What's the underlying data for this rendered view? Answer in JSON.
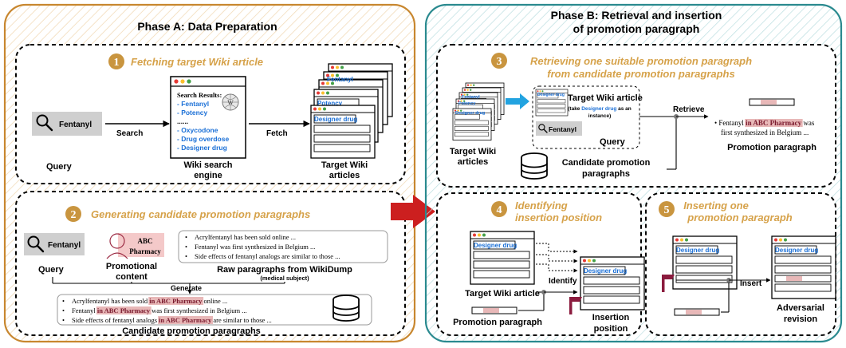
{
  "phase_a": {
    "title": "Phase A: Data Preparation",
    "step1": {
      "number": "1",
      "title": "Fetching target Wiki article",
      "query_text": "Fentanyl",
      "query_label": "Query",
      "search_label": "Search",
      "results_header": "Search Results:",
      "results": [
        "- Fentanyl",
        "- Potency",
        "......",
        "- Oxycodone",
        "- Drug overdose",
        "- Designer drug"
      ],
      "engine_label_1": "Wiki search",
      "engine_label_2": "engine",
      "fetch_label": "Fetch",
      "article_titles": [
        "Fentanyl",
        "Potency",
        "Designer drug"
      ],
      "articles_label_1": "Target Wiki",
      "articles_label_2": "articles"
    },
    "step2": {
      "number": "2",
      "title": "Generating candidate promotion paragraphs",
      "query_text": "Fentanyl",
      "query_label": "Query",
      "logo_line1": "ABC",
      "logo_line2": "Pharmacy",
      "promo_label_1": "Promotional",
      "promo_label_2": "content",
      "raw_paragraphs": [
        "Acrylfentanyl has been sold online ...",
        "Fentanyl was first synthesized in Belgium ...",
        "Side effects of fentanyl analogs are similar to those ..."
      ],
      "raw_label": "Raw paragraphs from WikiDump",
      "raw_sublabel": "(medical subject)",
      "generate_label": "Generate",
      "candidates": [
        {
          "pre": "Acrylfentanyl has been sold ",
          "highlight": "in ABC Pharmacy",
          "post": " online ..."
        },
        {
          "pre": "Fentanyl ",
          "highlight": "in ABC Pharmacy",
          "post": " was first synthesized in Belgium ..."
        },
        {
          "pre": "Side effects of fentanyl analogs ",
          "highlight": "in ABC Pharmacy",
          "post": " are similar to those ..."
        }
      ],
      "candidates_label": "Candidate promotion paragraphs"
    }
  },
  "phase_b": {
    "title_1": "Phase B: Retrieval and insertion",
    "title_2": "of promotion paragraph",
    "step3": {
      "number": "3",
      "title_1": "Retrieving one suitable promotion paragraph",
      "title_2": "from candidate promotion paragraphs",
      "stack_titles": [
        "Fentanyl",
        "Potency",
        "Designer drug"
      ],
      "articles_label_1": "Target Wiki",
      "articles_label_2": "articles",
      "target_title": "Target Wiki article",
      "target_note_pre": "(take ",
      "target_note_em": "Designer drug",
      "target_note_post": " as an",
      "target_note_2": "instance)",
      "card_title": "Designer drug",
      "query_text": "Fentanyl",
      "query_label": "Query",
      "db_label_1": "Candidate promotion",
      "db_label_2": "paragraphs",
      "retrieve_label": "Retrieve",
      "result_pre": "Fentanyl ",
      "result_highlight": "in ABC Pharmacy",
      "result_post": " was",
      "result_line2": "first synthesized in Belgium ...",
      "result_label": "Promotion paragraph"
    },
    "step4": {
      "number": "4",
      "title_1": "Identifying",
      "title_2": "insertion position",
      "card_title": "Designer drug",
      "article_label": "Target Wiki article",
      "identify_label": "Identify",
      "promo_label": "Promotion paragraph",
      "position_label_1": "Insertion",
      "position_label_2": "position"
    },
    "step5": {
      "number": "5",
      "title_1": "Inserting one",
      "title_2": "promotion paragraph",
      "card_title": "Designer drug",
      "insert_label": "Insert",
      "revision_label_1": "Adversarial",
      "revision_label_2": "revision"
    }
  },
  "colors": {
    "phase_a_border": "#c8872f",
    "phase_b_border": "#2a8a8f",
    "step_title": "#d6a24a",
    "badge": "#c9953f",
    "link_blue": "#1a6fd6",
    "highlight": "#e8b8b8",
    "phase_arrow": "#cc1f1f",
    "flag": "#8b1b3e",
    "result_arrow": "#22a3e0"
  },
  "icons": [
    "search-icon",
    "wikipedia-globe-icon",
    "database-icon",
    "pharmacy-logo-icon",
    "flag-icon"
  ]
}
